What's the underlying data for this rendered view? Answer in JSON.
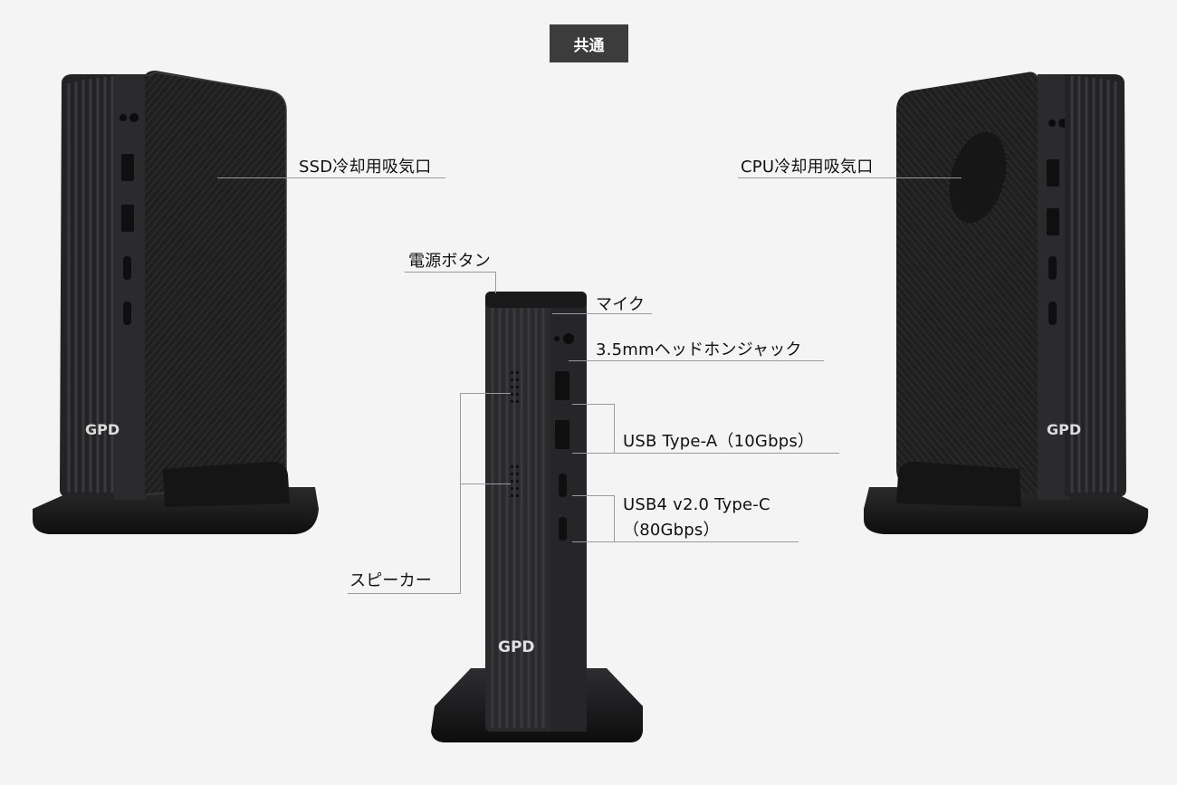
{
  "badge": "共通",
  "labels": {
    "ssd_intake": "SSD冷却用吸気口",
    "cpu_intake": "CPU冷却用吸気口",
    "power_button": "電源ボタン",
    "mic": "マイク",
    "headphone_jack": "3.5mmヘッドホンジャック",
    "usb_a": "USB Type-A（10Gbps）",
    "usb4_line1": "USB4 v2.0 Type-C",
    "usb4_line2": "（80Gbps）",
    "speaker": "スピーカー"
  },
  "brand_logo": "GPD",
  "colors": {
    "background": "#f4f4f4",
    "badge_bg": "#3c3c3c",
    "device_body": "#2a2a2c",
    "device_dark": "#161617"
  }
}
